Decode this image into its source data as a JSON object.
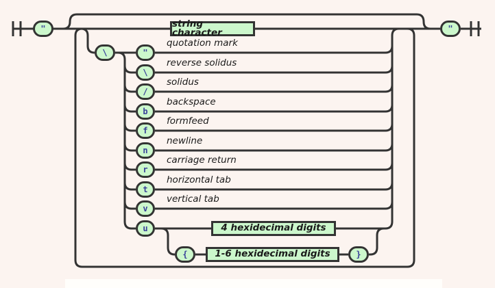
{
  "diagram": {
    "kind": "railroad-syntax-diagram",
    "start_terminal": "\"",
    "end_terminal": "\"",
    "string_character_box": "string character",
    "escape_prefix": "\\",
    "alternatives": [
      {
        "symbol": "\"",
        "label": "quotation mark"
      },
      {
        "symbol": "\\",
        "label": "reverse solidus"
      },
      {
        "symbol": "/",
        "label": "solidus"
      },
      {
        "symbol": "b",
        "label": "backspace"
      },
      {
        "symbol": "f",
        "label": "formfeed"
      },
      {
        "symbol": "n",
        "label": "newline"
      },
      {
        "symbol": "r",
        "label": "carriage return"
      },
      {
        "symbol": "t",
        "label": "horizontal tab"
      },
      {
        "symbol": "v",
        "label": "vertical tab"
      },
      {
        "symbol": "u",
        "label": ""
      }
    ],
    "unicode_branch": {
      "four_hex_box": "4 hexidecimal digits",
      "open_brace": "{",
      "range_hex_box": "1-6 hexidecimal digits",
      "close_brace": "}"
    },
    "colors": {
      "background": "#fcf4f0",
      "track": "#333333",
      "node_fill": "#ccf7cc",
      "node_border": "#333333",
      "terminal_text": "#38409a"
    }
  }
}
